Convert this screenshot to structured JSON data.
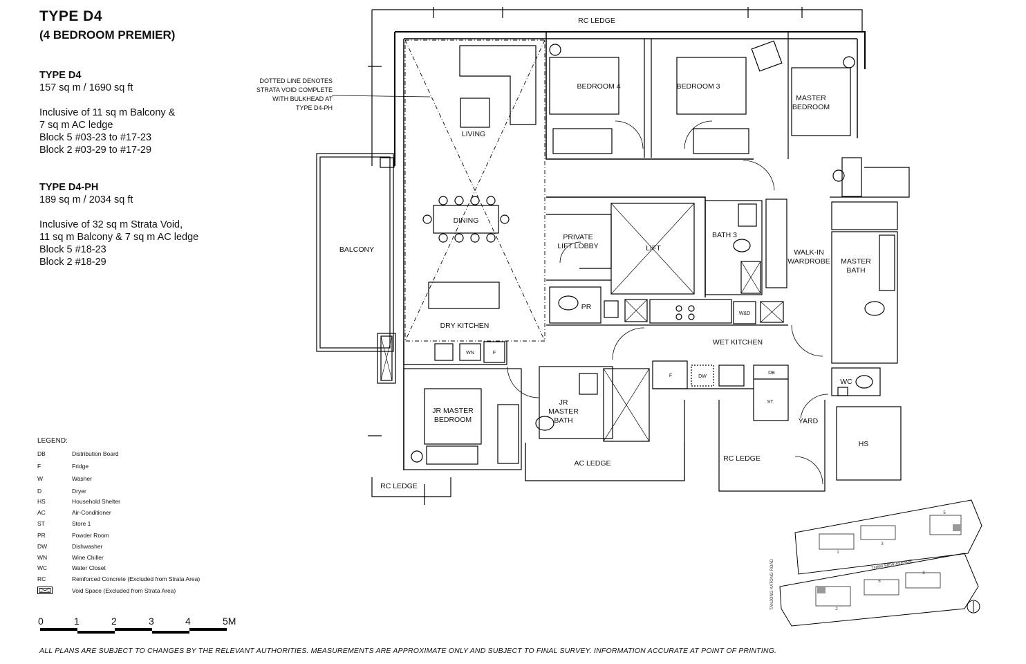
{
  "header": {
    "title": "TYPE  D4",
    "subtitle": "(4 BEDROOM PREMIER)"
  },
  "unit_d4": {
    "heading": "TYPE D4",
    "area": "157 sq m / 1690 sq ft",
    "line1": "Inclusive of 11 sq m Balcony &",
    "line2": "7 sq m AC ledge",
    "line3": "Block 5 #03-23 to #17-23",
    "line4": "Block 2 #03-29 to #17-29"
  },
  "unit_d4ph": {
    "heading": "TYPE D4-PH",
    "area": "189 sq m / 2034 sq ft",
    "line1": "Inclusive of 32 sq m Strata Void,",
    "line2": "11 sq m Balcony & 7 sq m AC ledge",
    "line3": "Block 5 #18-23",
    "line4": "Block 2 #18-29"
  },
  "note": {
    "line1": "DOTTED LINE DENOTES",
    "line2": "STRATA VOID COMPLETE",
    "line3": "WITH BULKHEAD AT",
    "line4": "TYPE D4-PH"
  },
  "rooms": {
    "rc_ledge_top": "RC LEDGE",
    "bedroom4": "BEDROOM 4",
    "bedroom3": "BEDROOM 3",
    "master_bedroom_1": "MASTER",
    "master_bedroom_2": "BEDROOM",
    "living": "LIVING",
    "dining": "DINING",
    "balcony": "BALCONY",
    "private_lift_1": "PRIVATE",
    "private_lift_2": "LIFT LOBBY",
    "lift": "LIFT",
    "bath3": "BATH 3",
    "walkin_1": "WALK-IN",
    "walkin_2": "WARDROBE",
    "master_bath_1": "MASTER",
    "master_bath_2": "BATH",
    "pr": "PR",
    "dry_kitchen": "DRY KITCHEN",
    "wet_kitchen": "WET KITCHEN",
    "wd": "W&D",
    "wn": "WN",
    "f1": "F",
    "f2": "F",
    "dw": "DW",
    "db": "DB",
    "st": "ST",
    "wc": "WC",
    "yard": "YARD",
    "hs": "HS",
    "jr_master_bed_1": "JR MASTER",
    "jr_master_bed_2": "BEDROOM",
    "jr_master_bath_1": "JR",
    "jr_master_bath_2": "MASTER",
    "jr_master_bath_3": "BATH",
    "ac_ledge": "AC LEDGE",
    "rc_ledge_bottom_right": "RC LEDGE",
    "rc_ledge_bottom_left": "RC LEDGE"
  },
  "legend": {
    "title": "LEGEND:",
    "items": [
      {
        "code": "DB",
        "desc": "Distribution Board"
      },
      {
        "code": "F",
        "desc": "Fridge"
      },
      {
        "code": "W",
        "desc": "Washer"
      },
      {
        "code": "D",
        "desc": "Dryer"
      },
      {
        "code": "HS",
        "desc": "Household Shelter"
      },
      {
        "code": "AC",
        "desc": "Air-Conditioner"
      },
      {
        "code": "ST",
        "desc": "Store 1"
      },
      {
        "code": "PR",
        "desc": "Powder Room"
      },
      {
        "code": "DW",
        "desc": "Dishwasher"
      },
      {
        "code": "WN",
        "desc": "Wine Chiller"
      },
      {
        "code": "WC",
        "desc": "Water Closet"
      },
      {
        "code": "RC",
        "desc": "Reinforced Concrete (Excluded from Strata Area)"
      },
      {
        "code": "",
        "desc": "Void Space (Excluded from Strata Area)"
      }
    ]
  },
  "scale": {
    "ticks": [
      "0",
      "1",
      "2",
      "3",
      "4",
      "5M"
    ]
  },
  "keyplan": {
    "road1": "THAM SIEW AVENUE",
    "road2": "TANJONG KATONG ROAD",
    "blocks": [
      "1",
      "2",
      "3",
      "5",
      "6",
      "8"
    ]
  },
  "footer": "ALL PLANS ARE SUBJECT TO CHANGES BY THE RELEVANT AUTHORITIES. MEASUREMENTS ARE APPROXIMATE ONLY AND SUBJECT TO FINAL SURVEY. INFORMATION ACCURATE AT POINT OF PRINTING."
}
